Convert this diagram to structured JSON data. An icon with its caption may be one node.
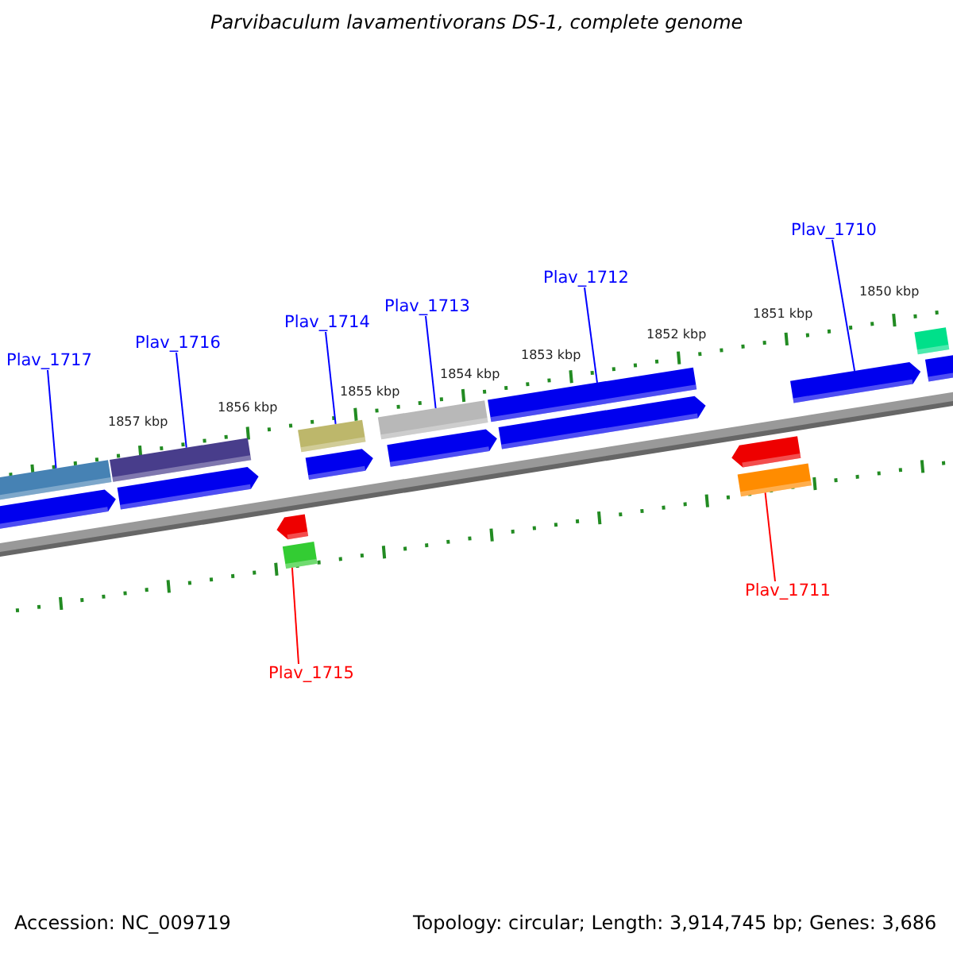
{
  "diagram": {
    "title": "Parvibaculum lavamentivorans DS-1, complete genome",
    "nodes": [
      {
        "text": [
          "Plav_1717"
        ]
      },
      {
        "text": [
          "Plav_1716"
        ]
      },
      {
        "text": [
          "Plav_1714"
        ]
      },
      {
        "text": [
          "Plav_1713"
        ]
      },
      {
        "text": [
          "Plav_1712"
        ]
      },
      {
        "text": [
          "Plav_1710"
        ]
      },
      {
        "text": [
          "Plav_1711"
        ]
      },
      {
        "text": [
          "Plav_1715"
        ]
      },
      {
        "text": [],
        "shape": "bar"
      },
      {
        "text": [],
        "shape": "arrow"
      },
      {
        "text": [],
        "shape": "bar"
      },
      {
        "text": [],
        "shape": "arrow"
      },
      {
        "text": [],
        "shape": "arrow"
      },
      {
        "text": [],
        "shape": "bar"
      },
      {
        "text": [],
        "shape": "bar"
      },
      {
        "text": [],
        "shape": "arrow"
      },
      {
        "text": [],
        "shape": "bar"
      },
      {
        "text": [],
        "shape": "arrow"
      },
      {
        "text": [],
        "shape": "bar"
      },
      {
        "text": [],
        "shape": "arrow"
      },
      {
        "text": [],
        "shape": "arrow"
      },
      {
        "text": [],
        "shape": "bar"
      },
      {
        "text": [],
        "shape": "arrow"
      },
      {
        "text": [],
        "shape": "bar"
      },
      {
        "text": [],
        "shape": "arrow"
      }
    ],
    "edges": [
      {
        "from": 0,
        "to": 8,
        "arrow": "none"
      },
      {
        "from": 1,
        "to": 10,
        "arrow": "none"
      },
      {
        "from": 2,
        "to": 14,
        "arrow": "none"
      },
      {
        "from": 3,
        "to": 16,
        "arrow": "none"
      },
      {
        "from": 4,
        "to": 18,
        "arrow": "none"
      },
      {
        "from": 5,
        "to": 22,
        "arrow": "none"
      },
      {
        "from": 6,
        "to": 21,
        "arrow": "none",
        "color": "#ff0000"
      },
      {
        "from": 7,
        "to": 13,
        "arrow": "none",
        "color": "#ff0000"
      }
    ],
    "labels": [
      "1850 kbp",
      "1851 kbp",
      "1852 kbp",
      "1853 kbp",
      "1854 kbp",
      "1855 kbp",
      "1856 kbp",
      "1857 kbp",
      "Accession: NC_009719",
      "Topology: circular; Length: 3,914,745 bp; Genes: 3,686"
    ]
  }
}
